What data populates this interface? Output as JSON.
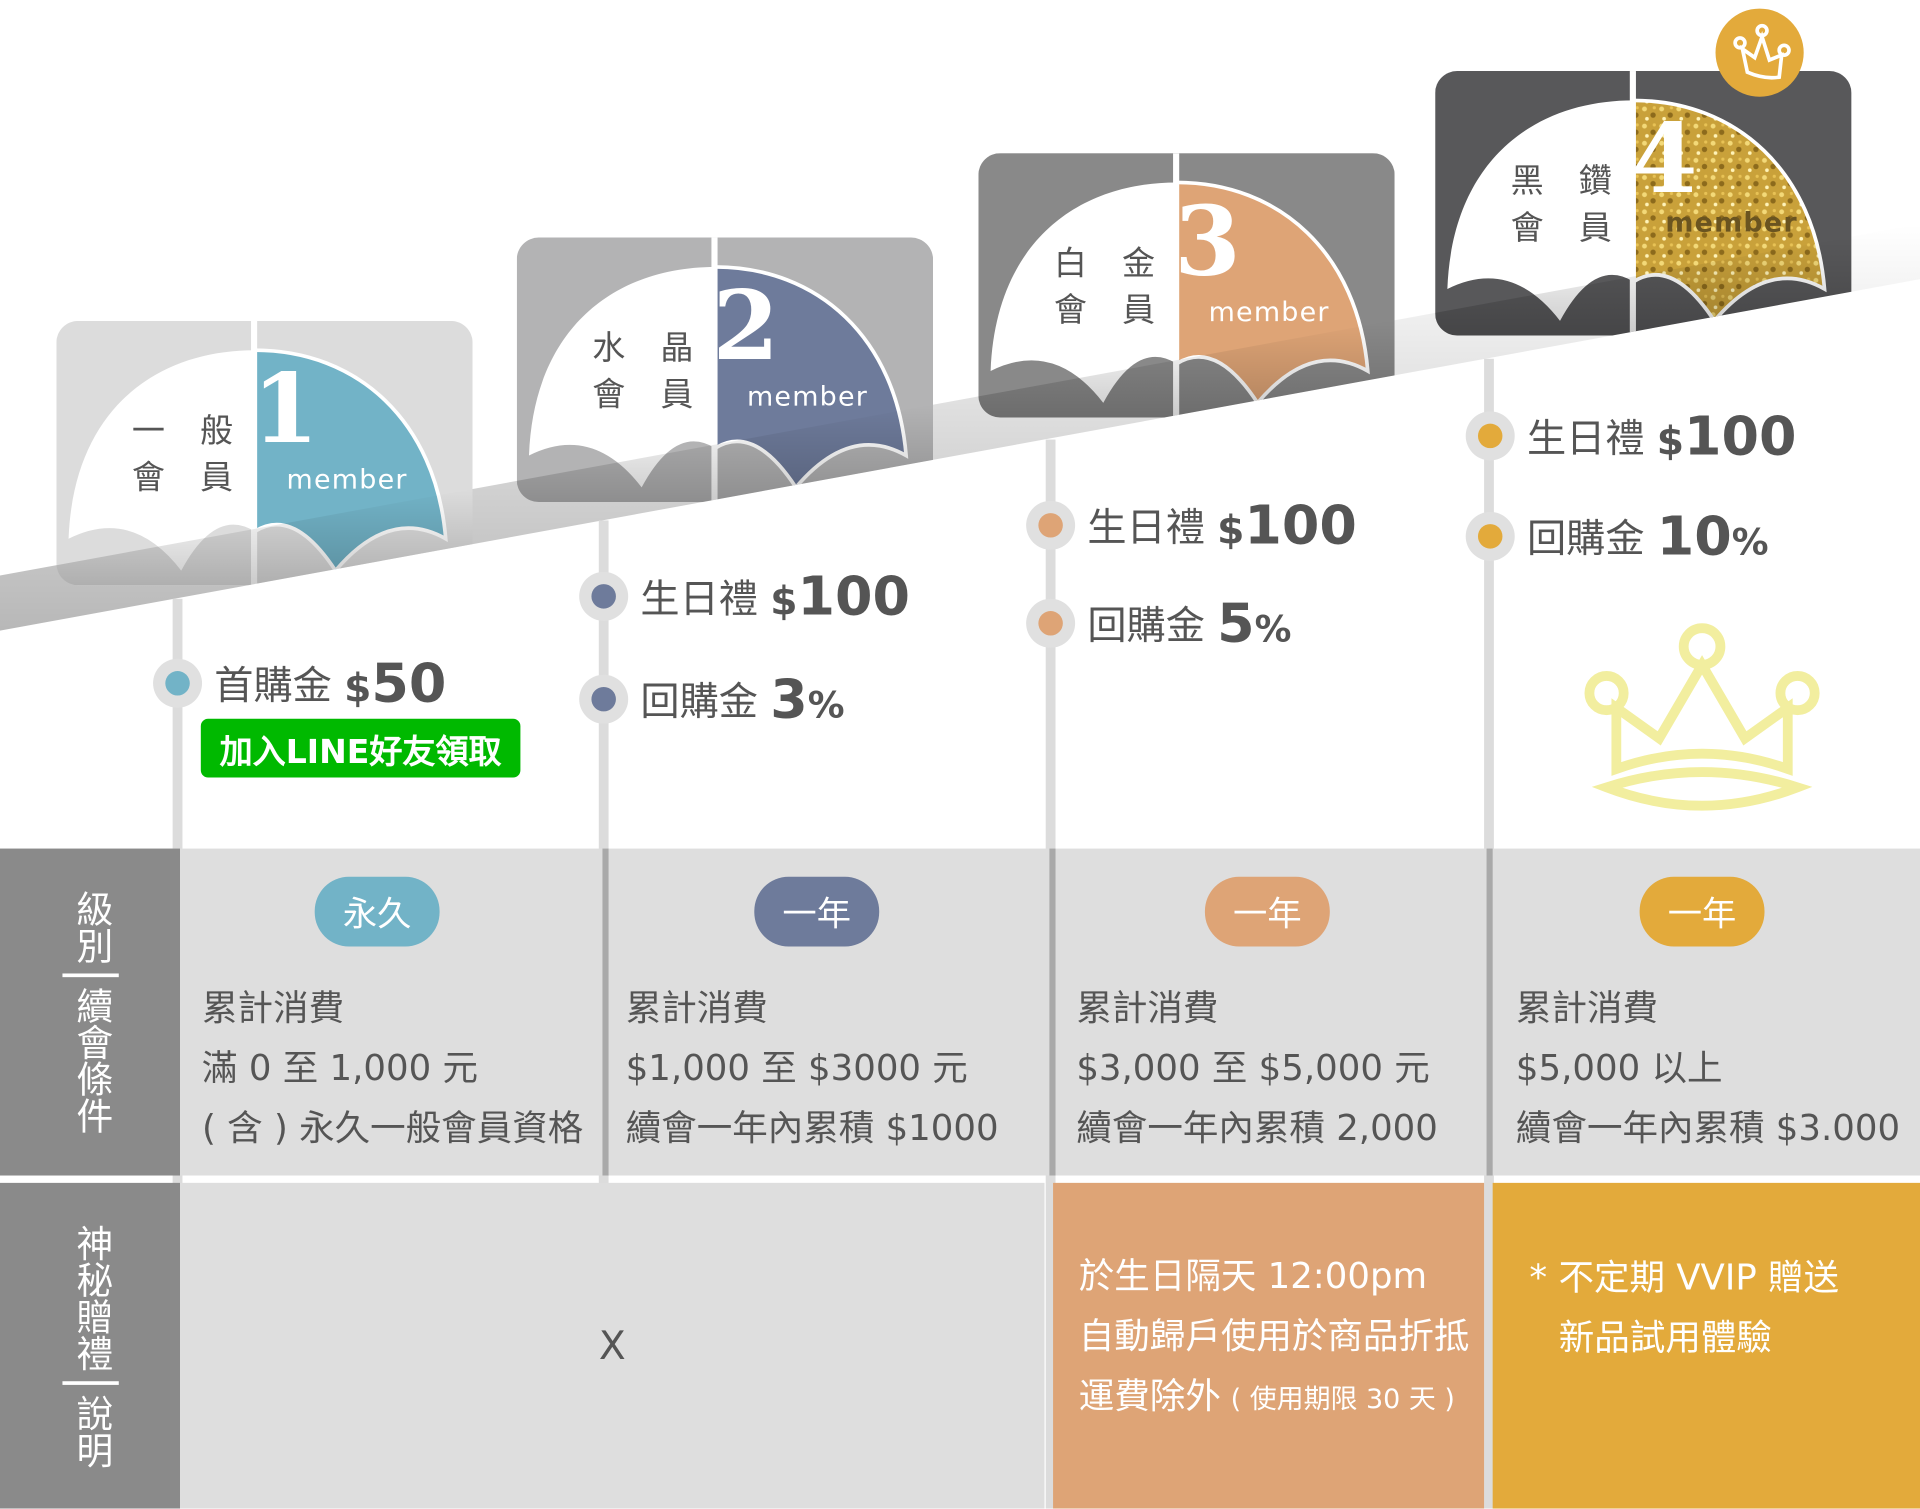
{
  "colors": {
    "tier1": "#72b3c7",
    "tier2": "#6e7b9b",
    "tier3": "#dea476",
    "tier4": "#e3aa3b",
    "line_green": "#00b900"
  },
  "tiers": [
    {
      "name_line1": "一 般",
      "name_line2": "會 員",
      "number": "1",
      "member": "member",
      "card_bg": "#dcdcdc",
      "benefits": [
        {
          "label": "首購金",
          "currency": "$",
          "value": "50",
          "suffix": ""
        }
      ],
      "line_button": "加入LINE好友領取",
      "duration": "永久",
      "cond": [
        "累計消費",
        "滿 0 至 1,000 元",
        "( 含 ) 永久一般會員資格"
      ]
    },
    {
      "name_line1": "水 晶",
      "name_line2": "會 員",
      "number": "2",
      "member": "member",
      "card_bg": "#b3b3b4",
      "benefits": [
        {
          "label": "生日禮",
          "currency": "$",
          "value": "100",
          "suffix": ""
        },
        {
          "label": "回購金",
          "currency": "",
          "value": "3",
          "suffix": "%"
        }
      ],
      "duration": "一年",
      "cond": [
        "累計消費",
        "$1,000 至 $3000 元",
        "續會一年內累積 $1000"
      ]
    },
    {
      "name_line1": "白 金",
      "name_line2": "會 員",
      "number": "3",
      "member": "member",
      "card_bg": "#898989",
      "benefits": [
        {
          "label": "生日禮",
          "currency": "$",
          "value": "100",
          "suffix": ""
        },
        {
          "label": "回購金",
          "currency": "",
          "value": "5",
          "suffix": "%"
        }
      ],
      "duration": "一年",
      "cond": [
        "累計消費",
        "$3,000 至 $5,000 元",
        "續會一年內累積 2,000"
      ]
    },
    {
      "name_line1": "黑 鑽",
      "name_line2": "會 員",
      "number": "4",
      "member": "member",
      "card_bg": "#58585a",
      "benefits": [
        {
          "label": "生日禮",
          "currency": "$",
          "value": "100",
          "suffix": ""
        },
        {
          "label": "回購金",
          "currency": "",
          "value": "10",
          "suffix": "%"
        }
      ],
      "duration": "一年",
      "cond": [
        "累計消費",
        "$5,000 以上",
        "續會一年內累積 $3.000"
      ]
    }
  ],
  "row_labels": {
    "row1_a": "級別",
    "row1_b": "續會條件",
    "row2_a": "神秘贈禮",
    "row2_b": "說明"
  },
  "gifts": {
    "none": "X",
    "tier3": {
      "line1": "於生日隔天 12:00pm",
      "line2": "自動歸戶使用於商品折抵",
      "line3": "運費除外",
      "line3_note": "( 使用期限 30 天 )"
    },
    "tier4": {
      "line1": "* 不定期 VVIP 贈送",
      "line2": "新品試用體驗"
    }
  },
  "icons": {
    "badge": "crown-icon",
    "decor": "crown-outline-icon"
  }
}
